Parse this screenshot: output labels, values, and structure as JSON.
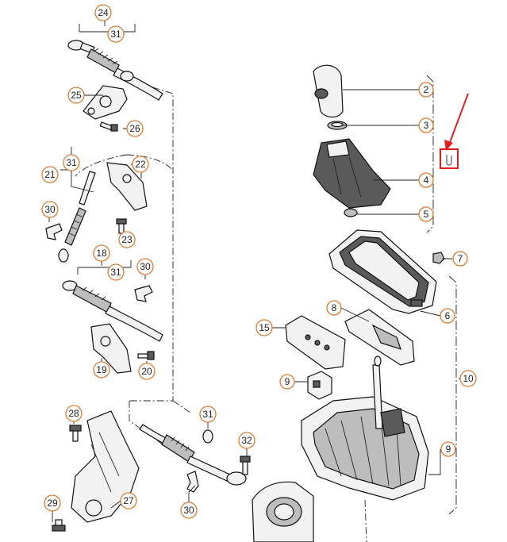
{
  "callouts": [
    {
      "id": "c24a",
      "label": "24"
    },
    {
      "id": "c31a",
      "label": "31"
    },
    {
      "id": "c25",
      "label": "25"
    },
    {
      "id": "c26",
      "label": "26"
    },
    {
      "id": "c21",
      "label": "21"
    },
    {
      "id": "c31b",
      "label": "31"
    },
    {
      "id": "c22",
      "label": "22"
    },
    {
      "id": "c30a",
      "label": "30"
    },
    {
      "id": "c23",
      "label": "23"
    },
    {
      "id": "c18",
      "label": "18"
    },
    {
      "id": "c31c",
      "label": "31"
    },
    {
      "id": "c30b",
      "label": "30"
    },
    {
      "id": "c19",
      "label": "19"
    },
    {
      "id": "c20",
      "label": "20"
    },
    {
      "id": "c28",
      "label": "28"
    },
    {
      "id": "c29",
      "label": "29"
    },
    {
      "id": "c27",
      "label": "27"
    },
    {
      "id": "c31d",
      "label": "31"
    },
    {
      "id": "c30c",
      "label": "30"
    },
    {
      "id": "c32",
      "label": "32"
    },
    {
      "id": "c2",
      "label": "2"
    },
    {
      "id": "c3",
      "label": "3"
    },
    {
      "id": "c4",
      "label": "4"
    },
    {
      "id": "c5",
      "label": "5"
    },
    {
      "id": "c7",
      "label": "7"
    },
    {
      "id": "c6",
      "label": "6"
    },
    {
      "id": "c8",
      "label": "8"
    },
    {
      "id": "c15",
      "label": "15"
    },
    {
      "id": "c10",
      "label": "10"
    },
    {
      "id": "c9a",
      "label": "9"
    },
    {
      "id": "c9b",
      "label": "9"
    }
  ],
  "annotation": {
    "arrow_color": "#e02020",
    "box_color": "#e02020"
  },
  "colors": {
    "callout_ring": "#e07a2e",
    "line": "#222222"
  }
}
